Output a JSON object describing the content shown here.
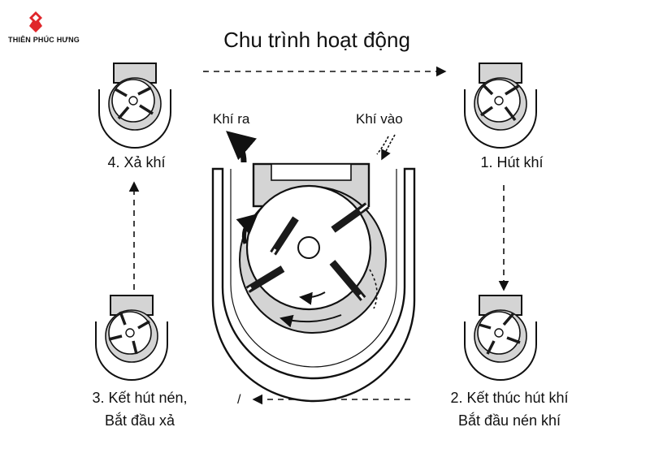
{
  "brand": {
    "name": "THIÊN PHÚC HƯNG",
    "accent_color": "#e0262b"
  },
  "title": "Chu trình hoạt động",
  "labels": {
    "gas_out": "Khí ra",
    "gas_in": "Khí vào",
    "stage1": "1. Hút khí",
    "stage2_line1": "2. Kết thúc hút khí",
    "stage2_line2": "Bắt đầu nén khí",
    "stage3_line1": "3. Kết hút nén,",
    "stage3_line2": "Bắt đầu xả",
    "stage4": "4. Xả khí",
    "divider_mark": "/"
  },
  "colors": {
    "ink": "#111111",
    "housing_fill": "#d4d4d4",
    "rotor_fill": "#ffffff",
    "vane": "#1a1a1a"
  },
  "flow_arrows": [
    "right",
    "down",
    "left",
    "up"
  ]
}
